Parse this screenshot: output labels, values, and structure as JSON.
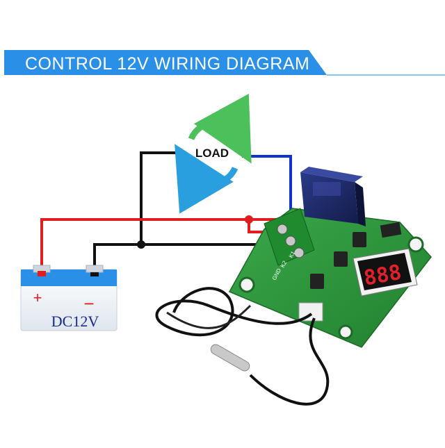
{
  "banner": {
    "title": "CONTROL 12V WIRING DIAGRAM",
    "accent": "#2a8fe6",
    "rule": "#5ab4f0"
  },
  "load": {
    "label": "LOAD"
  },
  "battery": {
    "plus": "+",
    "minus": "−",
    "voltage": "DC12V"
  },
  "board": {
    "pin_labels": [
      "GND",
      "K2",
      "K1"
    ],
    "display_digits": "888",
    "colors": {
      "pcb": "#2f9a3c",
      "terminal": "#1f8a2e",
      "relay": "#1f2a66",
      "display": "#e0202a"
    }
  },
  "wires": {
    "positive": "#e01e1e",
    "negative": "#111111",
    "load_return": "#1133cc"
  }
}
